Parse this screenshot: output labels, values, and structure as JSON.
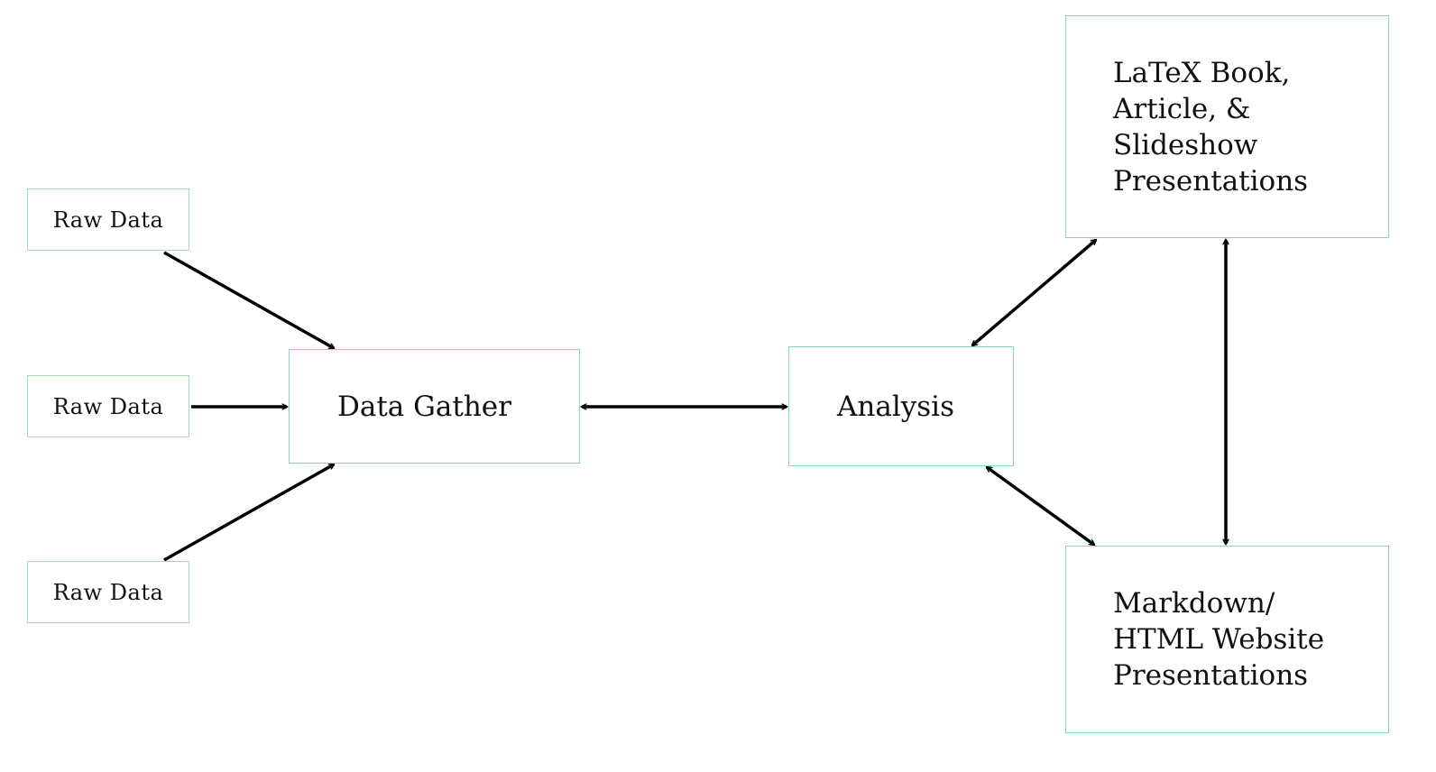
{
  "diagram": {
    "sources": [
      {
        "label": "Raw Data"
      },
      {
        "label": "Raw Data"
      },
      {
        "label": "Raw Data"
      }
    ],
    "gather": {
      "label": "Data Gather"
    },
    "analysis": {
      "label": "Analysis"
    },
    "outputs": [
      {
        "label": "LaTeX Book,\nArticle, &\nSlideshow\nPresentations"
      },
      {
        "label": "Markdown/\nHTML Website\nPresentations"
      }
    ],
    "edges": [
      {
        "from": "raw-data-1",
        "to": "data-gather",
        "direction": "forward"
      },
      {
        "from": "raw-data-2",
        "to": "data-gather",
        "direction": "forward"
      },
      {
        "from": "raw-data-3",
        "to": "data-gather",
        "direction": "forward"
      },
      {
        "from": "data-gather",
        "to": "analysis",
        "direction": "both"
      },
      {
        "from": "analysis",
        "to": "latex-output",
        "direction": "both"
      },
      {
        "from": "analysis",
        "to": "markdown-output",
        "direction": "both"
      },
      {
        "from": "latex-output",
        "to": "markdown-output",
        "direction": "both"
      }
    ],
    "colors": {
      "source_border": "#a8dcb6",
      "box_border": "#88d3c8",
      "arrow": "#000000",
      "text": "#111111"
    }
  }
}
